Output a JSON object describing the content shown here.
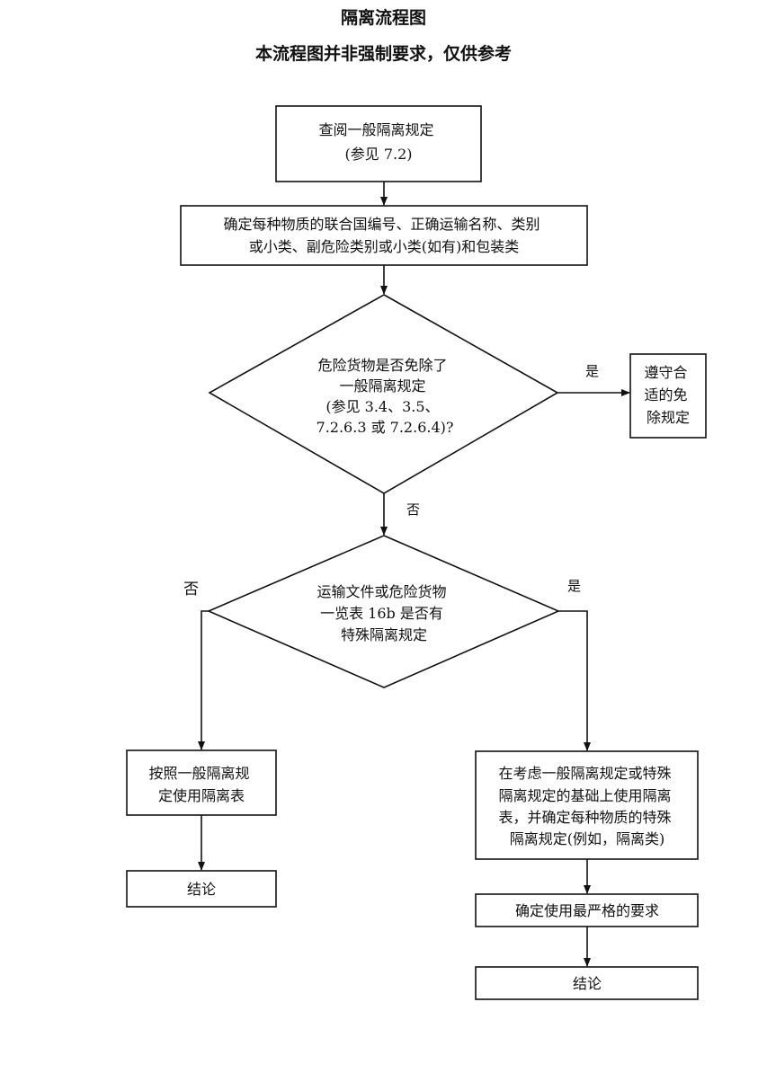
{
  "header": {
    "title": "隔离流程图",
    "subtitle": "本流程图并非强制要求，仅供参考"
  },
  "nodes": {
    "start": {
      "lines": [
        "查阅一般隔离规定",
        "(参见 7.2)"
      ]
    },
    "identify": {
      "lines": [
        "确定每种物质的联合国编号、正确运输名称、类别",
        "或小类、副危险类别或小类(如有)和包装类"
      ]
    },
    "exempt_q": {
      "lines": [
        "危险货物是否免除了",
        "一般隔离规定",
        "(参见 3.4、3.5、",
        "7.2.6.3 或 7.2.6.4)?"
      ]
    },
    "exempt_yes": {
      "lines": [
        "遵守合",
        "适的免",
        "除规定"
      ]
    },
    "special_q": {
      "lines": [
        "运输文件或危险货物",
        "一览表 16b 是否有",
        "特殊隔离规定"
      ]
    },
    "general_table": {
      "lines": [
        "按照一般隔离规",
        "定使用隔离表"
      ]
    },
    "conclusion_left": {
      "lines": [
        "结论"
      ]
    },
    "special_table": {
      "lines": [
        "在考虑一般隔离规定或特殊",
        "隔离规定的基础上使用隔离",
        "表，并确定每种物质的特殊",
        "隔离规定(例如，隔离类)"
      ]
    },
    "strictest": {
      "lines": [
        "确定使用最严格的要求"
      ]
    },
    "conclusion_right": {
      "lines": [
        "结论"
      ]
    }
  },
  "edge_labels": {
    "exempt_yes": "是",
    "exempt_no": "否",
    "special_no": "否",
    "special_yes": "是"
  }
}
